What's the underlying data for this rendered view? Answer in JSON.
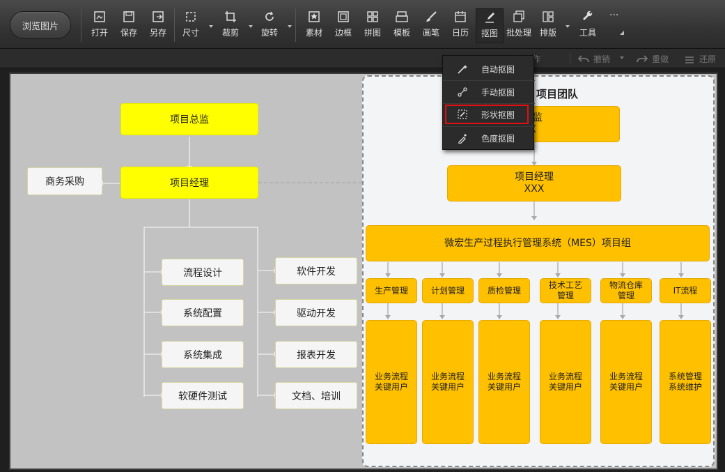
{
  "toolbar": {
    "browse_label": "浏览图片",
    "tools": [
      {
        "id": "open",
        "label": "打开",
        "icon": "open-icon"
      },
      {
        "id": "save",
        "label": "保存",
        "icon": "save-icon"
      },
      {
        "id": "saveas",
        "label": "另存",
        "icon": "save-as-icon"
      },
      {
        "id": "size",
        "label": "尺寸",
        "icon": "size-icon"
      },
      {
        "id": "crop",
        "label": "裁剪",
        "icon": "crop-icon"
      },
      {
        "id": "rotate",
        "label": "旋转",
        "icon": "rotate-icon"
      },
      {
        "id": "material",
        "label": "素材",
        "icon": "material-icon"
      },
      {
        "id": "border",
        "label": "边框",
        "icon": "border-icon"
      },
      {
        "id": "collage",
        "label": "拼图",
        "icon": "collage-icon"
      },
      {
        "id": "template",
        "label": "模板",
        "icon": "template-icon"
      },
      {
        "id": "brush",
        "label": "画笔",
        "icon": "brush-icon"
      },
      {
        "id": "calendar",
        "label": "日历",
        "icon": "calendar-icon"
      },
      {
        "id": "cutout",
        "label": "抠图",
        "icon": "cutout-icon"
      },
      {
        "id": "batch",
        "label": "批处理",
        "icon": "batch-icon"
      },
      {
        "id": "layout",
        "label": "排版",
        "icon": "layout-icon"
      },
      {
        "id": "tools",
        "label": "工具",
        "icon": "wrench-icon"
      }
    ],
    "more_label": "···",
    "active_tool": "抠图"
  },
  "subbar": {
    "save_action": "存动作",
    "undo": "撤销",
    "redo": "重做",
    "restore": "还原"
  },
  "cutout_menu": {
    "items": [
      {
        "label": "自动抠图",
        "icon": "auto-cutout-icon"
      },
      {
        "label": "手动抠图",
        "icon": "manual-cutout-icon"
      },
      {
        "label": "形状抠图",
        "icon": "shape-cutout-icon",
        "highlighted": true
      },
      {
        "label": "色度抠图",
        "icon": "chroma-cutout-icon"
      }
    ]
  },
  "diagram_left": {
    "director": "项目总监",
    "manager": "项目经理",
    "procurement": "商务采购",
    "left_col": [
      "流程设计",
      "系统配置",
      "系统集成",
      "软硬件测试"
    ],
    "right_col": [
      "软件开发",
      "驱动开发",
      "报表开发",
      "文档、培训"
    ]
  },
  "diagram_right": {
    "title": "项目团队",
    "director_partial": "总监",
    "director_sub_partial": "X",
    "manager": "项目经理",
    "manager_sub": "XXX",
    "group": "微宏生产过程执行管理系统（MES）项目组",
    "depts": [
      {
        "name": "生产管理",
        "users": "业务流程\n关键用户"
      },
      {
        "name": "计划管理",
        "users": "业务流程\n关键用户"
      },
      {
        "name": "质检管理",
        "users": "业务流程\n关键用户"
      },
      {
        "name": "技术工艺\n管理",
        "users": "业务流程\n关键用户"
      },
      {
        "name": "物流仓库\n管理",
        "users": "业务流程\n关键用户"
      },
      {
        "name": "IT流程",
        "users": "系统管理\n系统维护"
      }
    ]
  },
  "colors": {
    "yellow": "#ffff00",
    "orange": "#ffc000",
    "menu_highlight": "#e01010"
  }
}
